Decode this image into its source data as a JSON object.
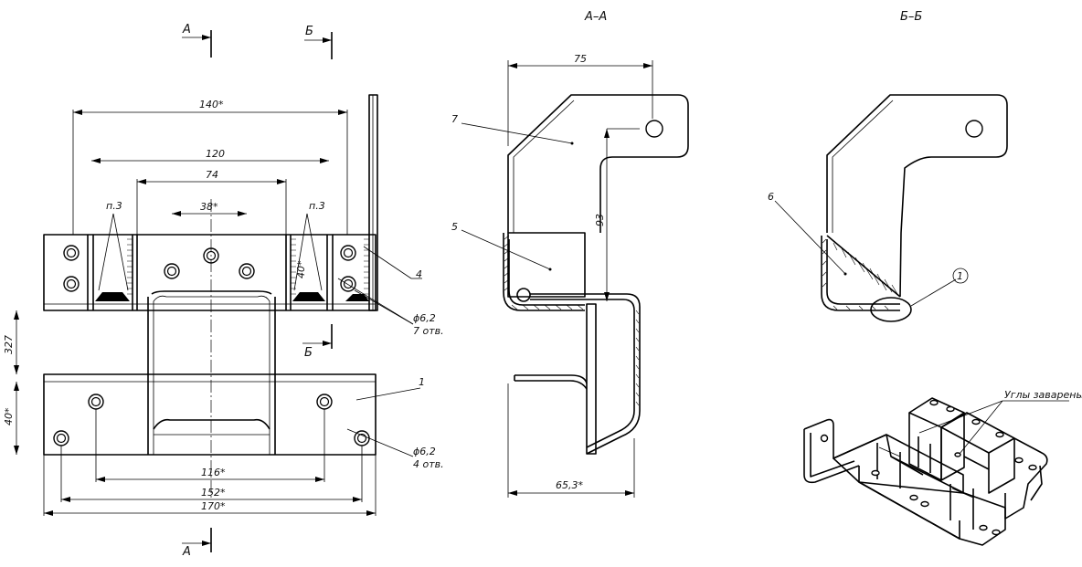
{
  "section_labels": {
    "aa_title": "А–А",
    "bb_title": "Б–Б",
    "cut_a_top": "А",
    "cut_a_bottom": "А",
    "cut_b_top": "Б",
    "cut_b_mid": "Б"
  },
  "dimensions": {
    "d140": "140*",
    "d120": "120",
    "d74": "74",
    "d38": "38*",
    "d40_top": "40*",
    "d40_side": "40*",
    "d327": "327",
    "d116": "116*",
    "d152": "152*",
    "d170": "170*",
    "d75": "75",
    "d93": "93",
    "d65": "65,3*",
    "weld_left": "п.3",
    "weld_right": "п.3"
  },
  "callouts": {
    "p1": "1",
    "p4": "4",
    "p5": "5",
    "p6": "6",
    "p7": "7",
    "circle1": "1",
    "holes_top_dia": "ϕ6,2",
    "holes_top_count": "7 отв.",
    "holes_bottom_dia": "ϕ6,2",
    "holes_bottom_count": "4 отв.",
    "note_corners": "Углы заварены"
  }
}
